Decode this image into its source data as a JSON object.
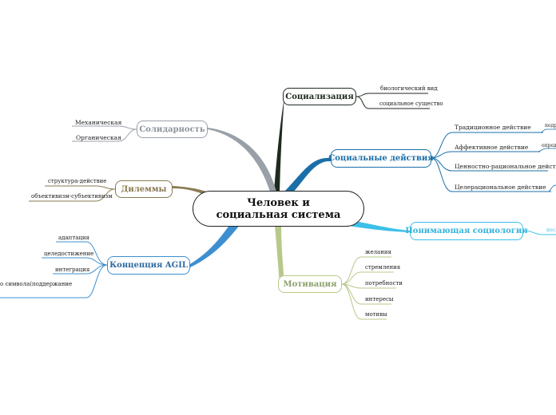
{
  "center": {
    "title": "Человек и социальная система"
  },
  "branches": {
    "socialization": {
      "label": "Социализация",
      "color": "#1f2a1f",
      "items": [
        "биологический вид",
        "социальное существо"
      ]
    },
    "social_actions": {
      "label": "Социальные действия",
      "color": "#1a6fa8",
      "items": [
        "Традиционное действие",
        "Аффективное действие",
        "Ценностно-рациональное действие",
        "Целерациональное действие"
      ],
      "sub_items": [
        "подра",
        "опреде",
        "",
        ""
      ]
    },
    "understanding": {
      "label": "Понимающая социология",
      "color": "#3cc0e8",
      "items": [
        "посл"
      ]
    },
    "motivation": {
      "label": "Мотивация",
      "color": "#b7c98a",
      "items": [
        "желания",
        "стремления",
        "потребности",
        "интересы",
        "мотивы"
      ]
    },
    "agil": {
      "label": "Концепция AGIL",
      "color": "#3d8fd0",
      "items": [
        "адаптация",
        "целедостижение",
        "интеграция",
        "о символа(поддержание"
      ]
    },
    "dilemmas": {
      "label": "Дилеммы",
      "color": "#8a7a52",
      "items": [
        "структура-действие",
        "объективизм-субъективизм"
      ]
    },
    "solidarity": {
      "label": "Солидарность",
      "color": "#9aa0a8",
      "items": [
        "Механическая",
        "Органическая"
      ]
    }
  }
}
